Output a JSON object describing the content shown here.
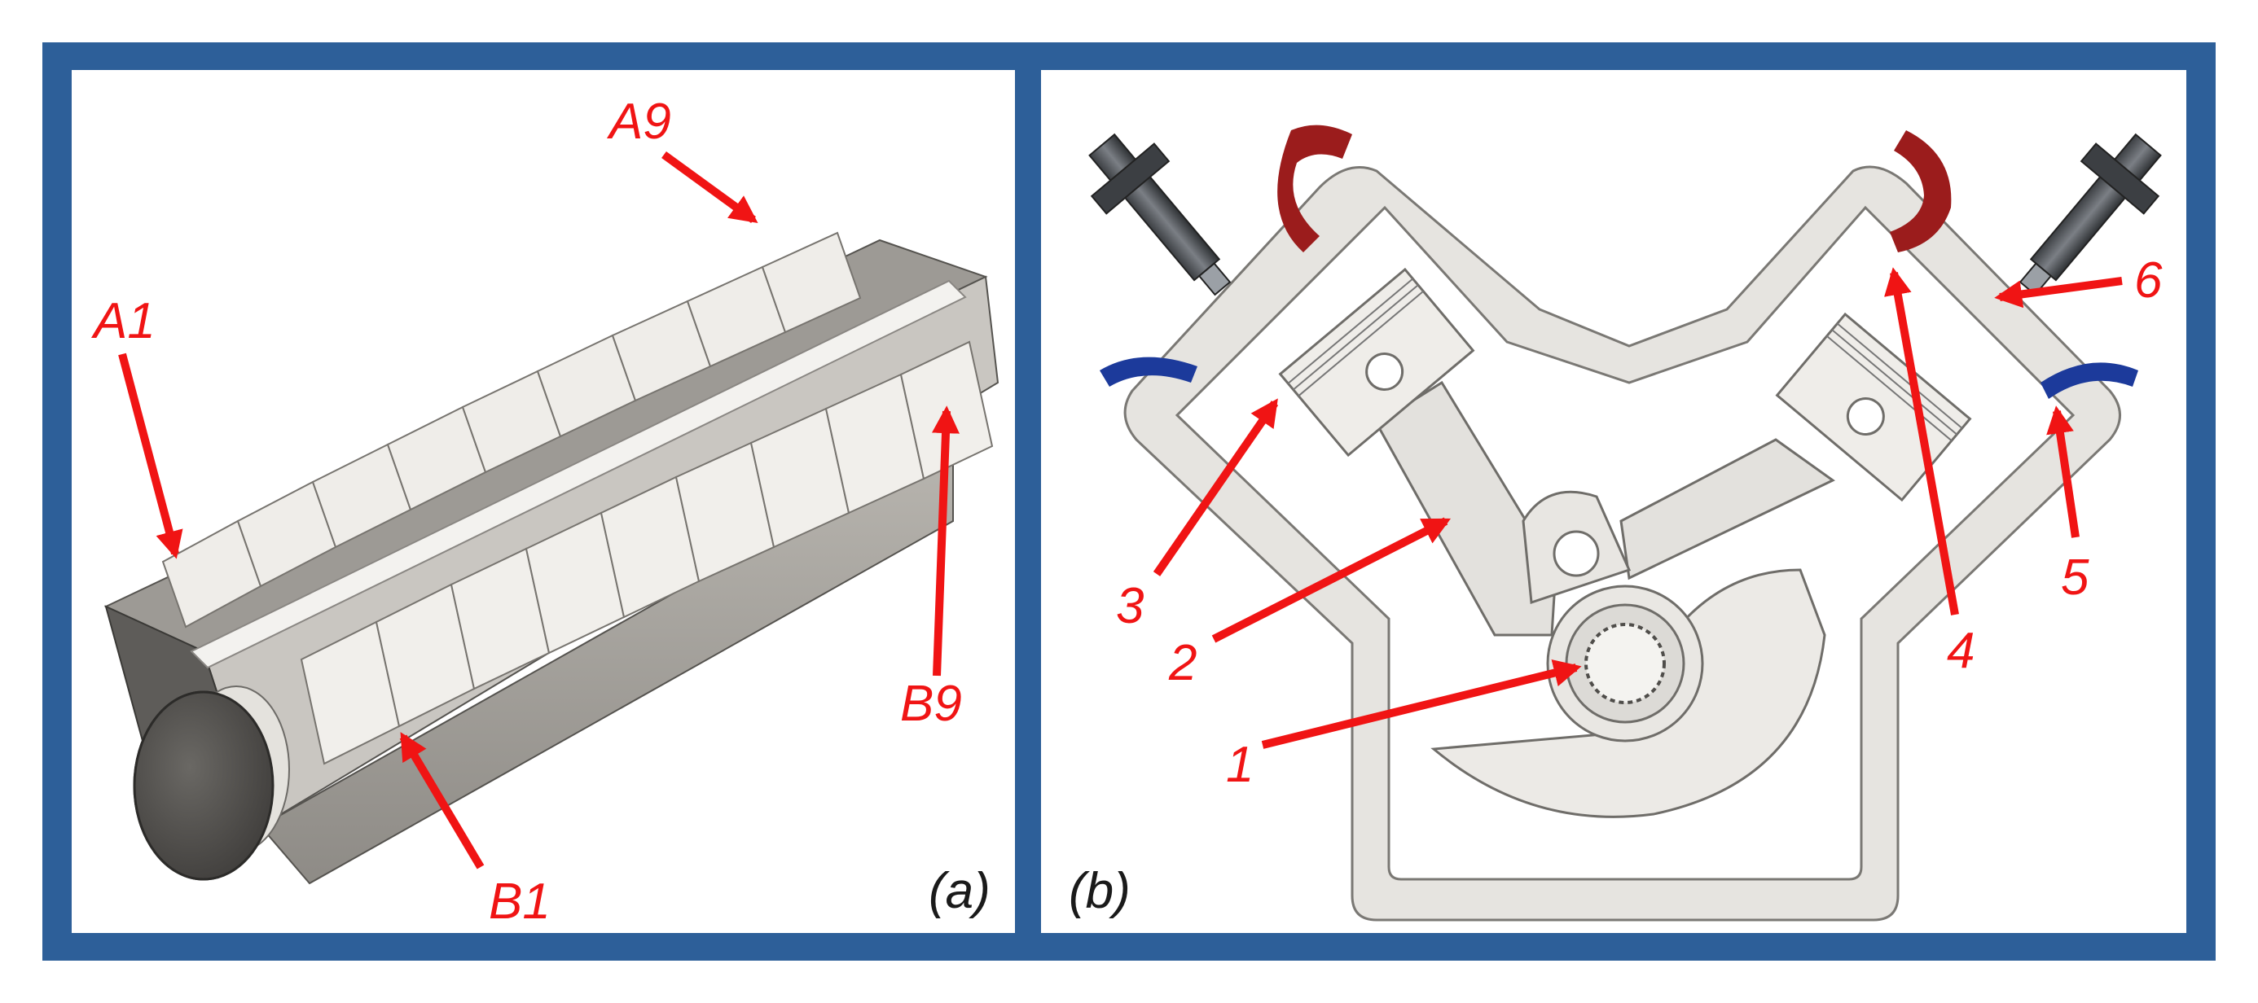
{
  "panels": {
    "a": {
      "tag": "(a)",
      "labels": {
        "A1": "A1",
        "A9": "A9",
        "B1": "B1",
        "B9": "B9"
      }
    },
    "b": {
      "tag": "(b)",
      "labels": {
        "n1": "1",
        "n2": "2",
        "n3": "3",
        "n4": "4",
        "n5": "5",
        "n6": "6"
      }
    }
  },
  "colors": {
    "frame": "#2d5f99",
    "arrow": "#f01414",
    "exhaust_port": "#9b1c1c",
    "intake_port": "#1c3a9b",
    "engine_body": "#e6e4e0"
  }
}
